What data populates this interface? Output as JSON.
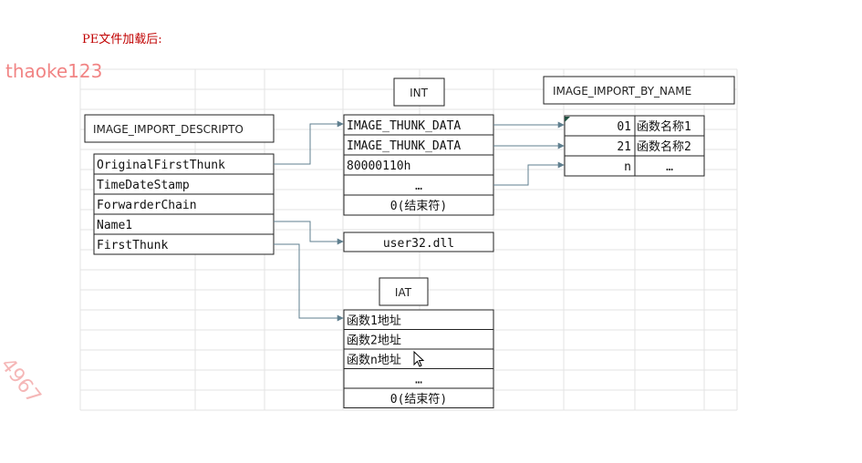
{
  "heading": "PE文件加载后:",
  "watermark": "thaoke123",
  "watermark_partial": "4967",
  "labels": {
    "descriptor": "IMAGE_IMPORT_DESCRIPTO",
    "int": "INT",
    "by_name": "IMAGE_IMPORT_BY_NAME",
    "iat": "IAT"
  },
  "descriptor_fields": [
    "OriginalFirstThunk",
    "TimeDateStamp",
    "ForwarderChain",
    "Name1",
    "FirstThunk"
  ],
  "int_rows": [
    "IMAGE_THUNK_DATA",
    "IMAGE_THUNK_DATA",
    "80000110h",
    "…",
    "0(结束符)"
  ],
  "name_value": "user32.dll",
  "by_name_rows": [
    {
      "hint": "01",
      "name": "函数名称1"
    },
    {
      "hint": "21",
      "name": "函数名称2"
    },
    {
      "hint": "n",
      "name": "…"
    }
  ],
  "iat_rows": [
    "函数1地址",
    "函数2地址",
    "函数n地址",
    "…",
    "0(结束符)"
  ],
  "colors": {
    "heading": "#c00000",
    "watermark": "#ef6f6f",
    "arrow": "#5f7f8f",
    "grid": "#e3e3e3",
    "border": "#222222"
  }
}
